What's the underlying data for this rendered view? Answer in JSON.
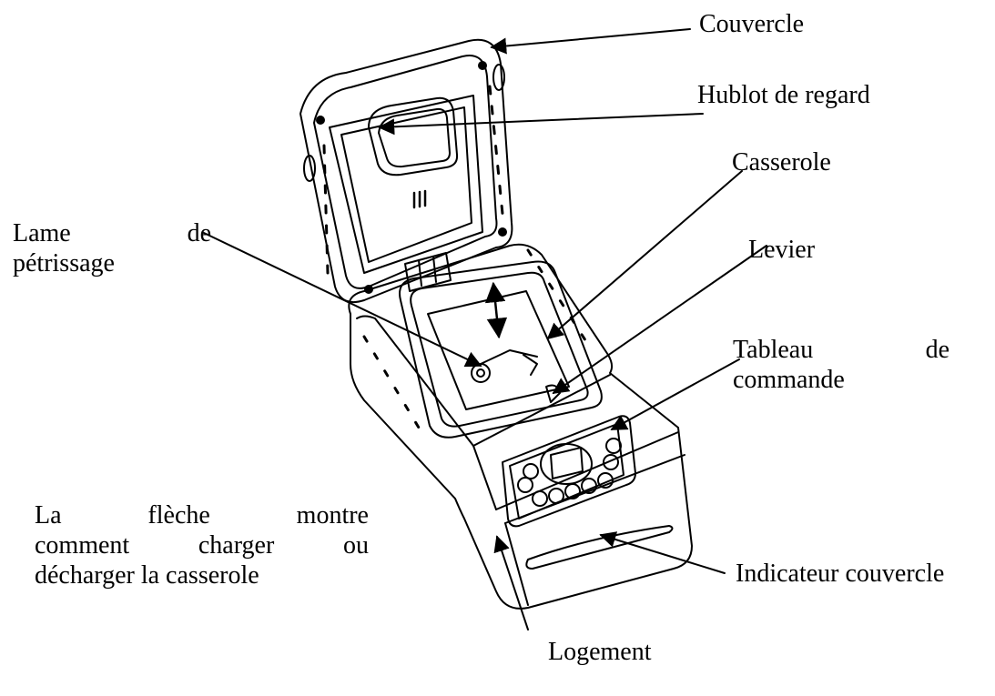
{
  "labels": {
    "couvercle": "Couvercle",
    "hublot": "Hublot de regard",
    "casserole": "Casserole",
    "lame_w1": "Lame",
    "lame_w2": "de",
    "lame_w3": "pétrissage",
    "levier": "Levier",
    "tableau_w1": "Tableau",
    "tableau_w2": "de",
    "tableau_w3": "commande",
    "fleche_l1_w1": "La",
    "fleche_l1_w2": "flèche",
    "fleche_l1_w3": "montre",
    "fleche_l2_w1": "comment",
    "fleche_l2_w2": "charger",
    "fleche_l2_w3": "ou",
    "fleche_l3": "décharger la casserole",
    "indicateur": "Indicateur couvercle",
    "logement": "Logement"
  },
  "colors": {
    "ink": "#000000",
    "background": "#ffffff"
  }
}
